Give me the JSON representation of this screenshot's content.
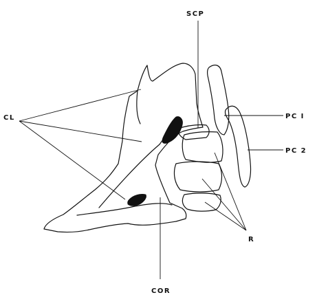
{
  "labels": {
    "scp": "SCP",
    "pc1": "PC I",
    "pc2": "PC 2",
    "cl": "CL",
    "r": "R",
    "cor": "COR"
  },
  "colors": {
    "ink": "#111111",
    "background": "#ffffff"
  }
}
